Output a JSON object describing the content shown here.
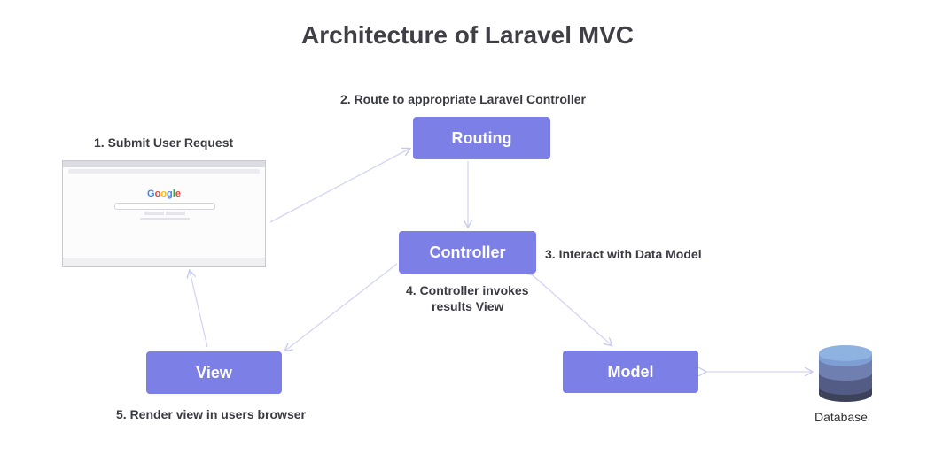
{
  "title": "Architecture of Laravel MVC",
  "nodes": {
    "routing": "Routing",
    "controller": "Controller",
    "view": "View",
    "model": "Model"
  },
  "steps": {
    "submit": "1. Submit User Request",
    "route": "2. Route to appropriate Laravel Controller",
    "interact": "3. Interact with Data Model",
    "invokes_line1": "4. Controller invokes",
    "invokes_line2": "results View",
    "render": "5. Render view in users browser"
  },
  "database_label": "Database",
  "browser": {
    "logo": "Google",
    "logo_colors": [
      "#4285f4",
      "#ea4335",
      "#fbbc05",
      "#4285f4",
      "#34a853",
      "#ea4335"
    ]
  },
  "colors": {
    "box": "#7b7fe6",
    "arrow": "#d3d5f2",
    "db_top": "#8fb3e0",
    "db_layers": [
      "#6f7fb0",
      "#525c84",
      "#3c4259"
    ]
  }
}
